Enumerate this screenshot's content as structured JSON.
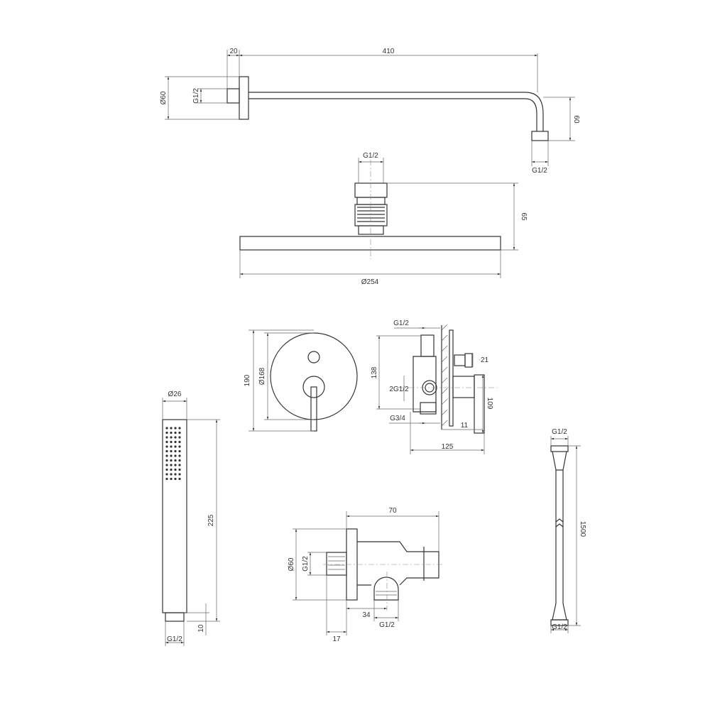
{
  "shower_arm": {
    "flange_thickness": "20",
    "length": "410",
    "flange_diameter": "Ø60",
    "inlet_thread": "G1/2",
    "drop": "60",
    "outlet_thread": "G1/2"
  },
  "shower_head": {
    "thread": "G1/2",
    "height": "65",
    "diameter": "Ø254"
  },
  "mixer_plate": {
    "height": "190",
    "diameter": "Ø168"
  },
  "mixer_body": {
    "top_thread": "G1/2",
    "connector": "21",
    "height": "138",
    "side_threads": "2G1/2",
    "handle_height": "109",
    "bottom_thread": "G3/4",
    "plate_offset": "11",
    "depth": "125"
  },
  "hand_shower": {
    "diameter": "Ø26",
    "length": "225",
    "thread_length": "10",
    "thread": "G1/2"
  },
  "wall_outlet": {
    "length": "70",
    "diameter": "Ø60",
    "inlet_thread": "G1/2",
    "outlet_offset": "34",
    "outlet_thread": "G1/2",
    "flange": "17"
  },
  "hose": {
    "top_thread": "G1/2",
    "length": "1500",
    "bottom_thread": "G1/2"
  },
  "colors": {
    "line": "#333333",
    "background": "#ffffff"
  }
}
